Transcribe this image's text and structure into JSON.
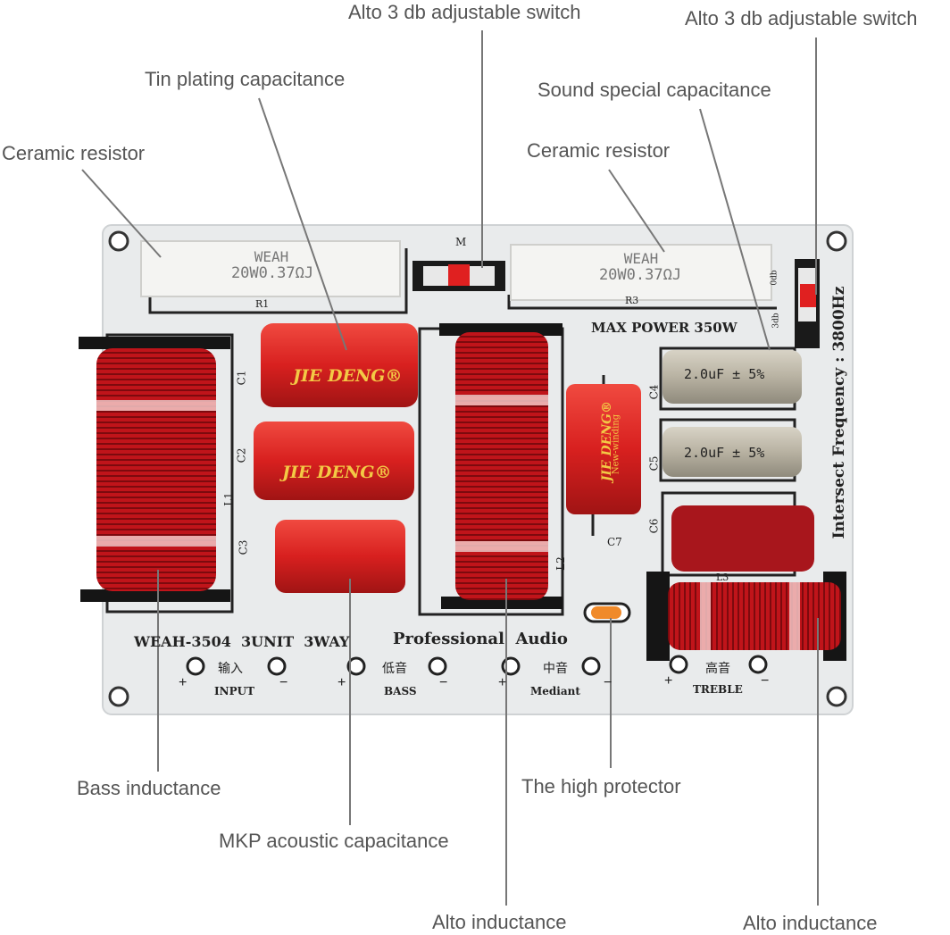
{
  "callouts": {
    "alto_switch_mid": "Alto 3 db adjustable switch",
    "alto_switch_right": "Alto 3 db adjustable switch",
    "tin_plating_cap": "Tin plating capacitance",
    "sound_special_cap": "Sound special capacitance",
    "ceramic_resistor_left": "Ceramic resistor",
    "ceramic_resistor_right": "Ceramic resistor",
    "bass_inductance": "Bass inductance",
    "high_protector": "The high protector",
    "mkp_cap": "MKP acoustic capacitance",
    "alto_inductance_mid": "Alto inductance",
    "alto_inductance_right": "Alto inductance"
  },
  "board": {
    "model": "WEAH-3504  3UNIT  3WAY",
    "professional": "Professional  Audio",
    "max_power": "MAX POWER 350W",
    "frequency": "Intersect  Frequency : 3800Hz",
    "resistor_brand": "WEAH",
    "resistor_spec": "20W0.37ΩJ",
    "cap_brand": "JIE DENG®",
    "cap_sub": "New-winding",
    "film_cap_value": "2.0uF ± 5%",
    "switch_m": "M",
    "switch_3db": "3db",
    "switch_0db": "0db",
    "terminals": [
      {
        "cn": "输入",
        "en": "INPUT"
      },
      {
        "cn": "低音",
        "en": "BASS"
      },
      {
        "cn": "中音",
        "en": "Mediant"
      },
      {
        "cn": "高音",
        "en": "TREBLE"
      }
    ],
    "plus": "+",
    "minus": "−",
    "refs": {
      "c1": "C1",
      "c2": "C2",
      "c3": "C3",
      "c4": "C4",
      "c5": "C5",
      "c6": "C6",
      "c7": "C7",
      "l1": "L1",
      "l2": "L2",
      "l3": "L3",
      "r1": "R1",
      "r3": "R3"
    }
  },
  "colors": {
    "pcb": "#e9ebec",
    "copper": "#c0141a",
    "cap_red": "#d8201f",
    "film_cap": "#b8b2a2",
    "label": "#555555",
    "line": "#777777"
  }
}
